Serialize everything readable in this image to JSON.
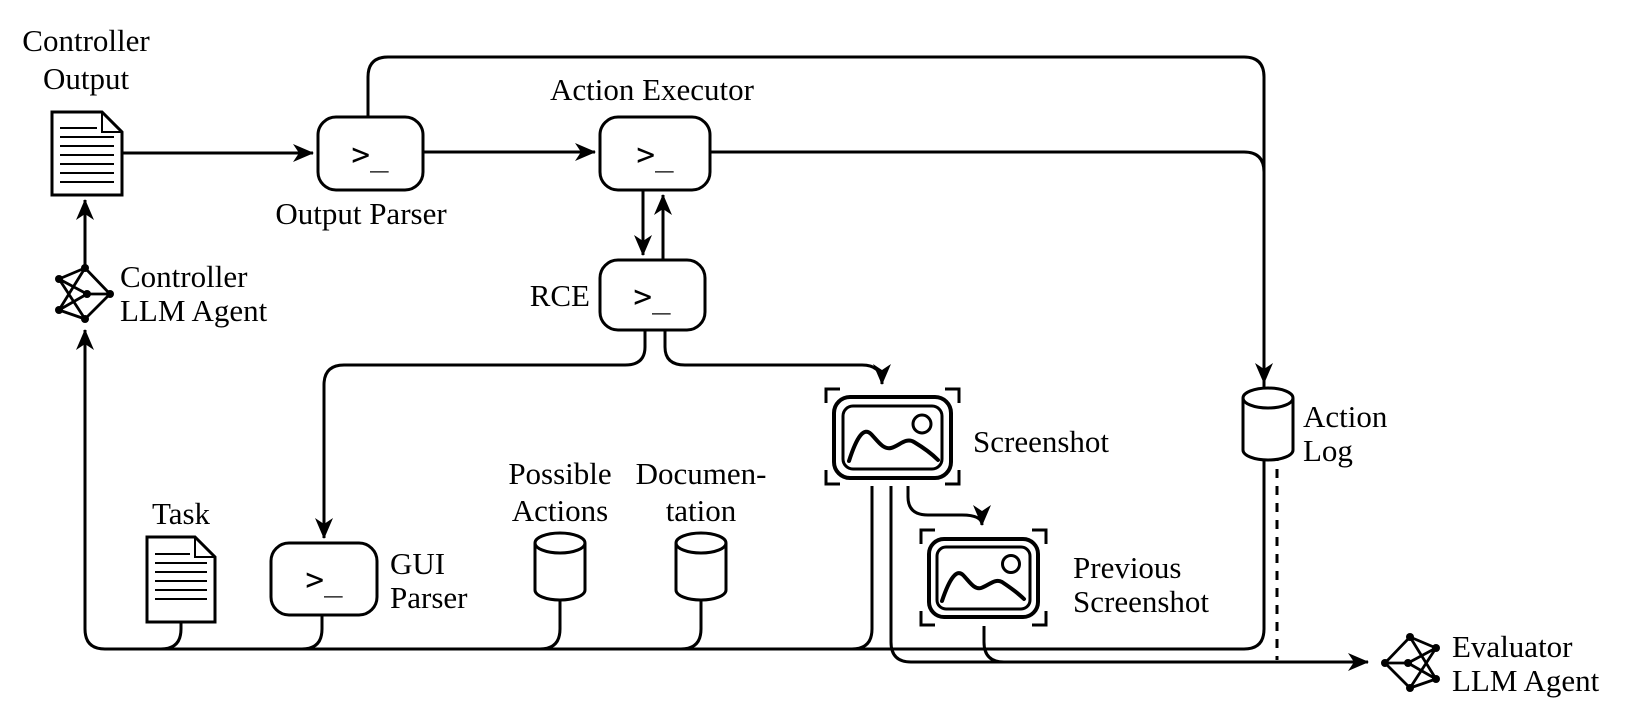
{
  "diagram": {
    "colors": {
      "background": "#ffffff",
      "line": "#000000",
      "text": "#000000"
    },
    "terminal_glyph": ">_",
    "nodes": {
      "controller_output": {
        "type": "document",
        "label": [
          "Controller",
          "Output"
        ]
      },
      "output_parser": {
        "type": "terminal",
        "label": [
          "Output Parser"
        ]
      },
      "action_executor": {
        "type": "terminal",
        "label": [
          "Action Executor"
        ]
      },
      "rce": {
        "type": "terminal",
        "label": [
          "RCE"
        ]
      },
      "gui_parser": {
        "type": "terminal",
        "label": [
          "GUI",
          "Parser"
        ]
      },
      "task": {
        "type": "document",
        "label": [
          "Task"
        ]
      },
      "possible_actions": {
        "type": "database",
        "label": [
          "Possible",
          "Actions"
        ]
      },
      "documentation": {
        "type": "database",
        "label": [
          "Documen-",
          "tation"
        ]
      },
      "screenshot": {
        "type": "image",
        "label": [
          "Screenshot"
        ]
      },
      "previous_screenshot": {
        "type": "image",
        "label": [
          "Previous",
          "Screenshot"
        ]
      },
      "action_log": {
        "type": "database",
        "label": [
          "Action",
          "Log"
        ]
      },
      "controller_llm_agent": {
        "type": "llm-agent",
        "label": [
          "Controller",
          "LLM Agent"
        ]
      },
      "evaluator_llm_agent": {
        "type": "llm-agent",
        "label": [
          "Evaluator",
          "LLM Agent"
        ]
      }
    },
    "edges": [
      {
        "from": "controller_llm_agent",
        "to": "controller_output",
        "style": "solid-arrow"
      },
      {
        "from": "controller_output",
        "to": "output_parser",
        "style": "solid-arrow"
      },
      {
        "from": "output_parser",
        "to": "action_executor",
        "style": "solid-arrow"
      },
      {
        "from": "output_parser",
        "to": "action_log",
        "style": "solid-arrow"
      },
      {
        "from": "action_executor",
        "to": "rce",
        "style": "solid-arrow"
      },
      {
        "from": "rce",
        "to": "action_executor",
        "style": "solid-arrow"
      },
      {
        "from": "rce",
        "to": "gui_parser",
        "style": "solid-arrow"
      },
      {
        "from": "rce",
        "to": "screenshot",
        "style": "solid-arrow"
      },
      {
        "from": "screenshot",
        "to": "previous_screenshot",
        "style": "solid-arrow"
      },
      {
        "from": "action_executor",
        "to": "controller_llm_agent",
        "style": "solid-arrow"
      },
      {
        "from": "task",
        "to": "controller_llm_agent",
        "style": "solid-arrow"
      },
      {
        "from": "gui_parser",
        "to": "controller_llm_agent",
        "style": "solid-arrow"
      },
      {
        "from": "possible_actions",
        "to": "controller_llm_agent",
        "style": "solid-arrow"
      },
      {
        "from": "documentation",
        "to": "controller_llm_agent",
        "style": "solid-arrow"
      },
      {
        "from": "screenshot",
        "to": "controller_llm_agent",
        "style": "solid-arrow"
      },
      {
        "from": "screenshot",
        "to": "evaluator_llm_agent",
        "style": "solid-arrow"
      },
      {
        "from": "previous_screenshot",
        "to": "evaluator_llm_agent",
        "style": "solid-arrow"
      },
      {
        "from": "action_log",
        "to": "evaluator_llm_agent",
        "style": "dashed"
      }
    ]
  }
}
